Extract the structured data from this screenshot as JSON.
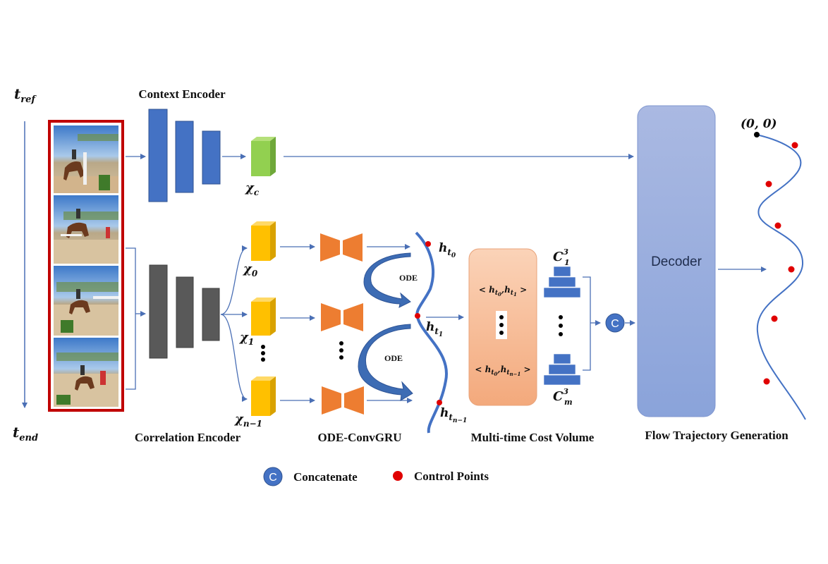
{
  "time_axis": {
    "top_label": "t",
    "top_sub": "ref",
    "bottom_label": "t",
    "bottom_sub": "end"
  },
  "blocks": {
    "context_encoder": "Context Encoder",
    "correlation_encoder": "Correlation Encoder",
    "ode_convgru": "ODE-ConvGRU",
    "cost_volume": "Multi-time Cost Volume",
    "flow_trajectory": "Flow Trajectory Generation",
    "decoder": "Decoder"
  },
  "features": {
    "chi_c": "χ",
    "chi_c_sub": "c",
    "chi_0": "χ",
    "chi_0_sub": "0",
    "chi_1": "χ",
    "chi_1_sub": "1",
    "chi_n1": "χ",
    "chi_n1_sub": "n−1"
  },
  "hidden_states": {
    "h_t0": "h",
    "h_t0_sub": "t",
    "h_t0_subsub": "0",
    "h_t1": "h",
    "h_t1_sub": "t",
    "h_t1_subsub": "1",
    "h_tn1": "h",
    "h_tn1_sub": "t",
    "h_tn1_subsub": "n−1"
  },
  "ode_labels": [
    "ODE",
    "ODE"
  ],
  "cost_pairs": {
    "top": {
      "open": "<",
      "a": "h",
      "a_sub": "t",
      "a_subsub": "0",
      "comma": ",",
      "b": "h",
      "b_sub": "t",
      "b_subsub": "1",
      "close": ">"
    },
    "bottom": {
      "open": "<",
      "a": "h",
      "a_sub": "t",
      "a_subsub": "0",
      "comma": ",",
      "b": "h",
      "b_sub": "t",
      "b_subsub": "n−1",
      "close": ">"
    }
  },
  "pyramids": {
    "top": {
      "base": "C",
      "sup": "3",
      "sub": "1"
    },
    "bottom": {
      "base": "C",
      "sup": "3",
      "sub": "m"
    }
  },
  "concat_symbol": "C",
  "origin_label": "(0, 0)",
  "legend": {
    "concat_icon": "C",
    "concat_label": "Concatenate",
    "control_label": "Control Points"
  },
  "colors": {
    "context_blue": "#4472c4",
    "correlation_gray": "#595959",
    "green_feature": "#92d050",
    "yellow_feature": "#ffc000",
    "orange_gru": "#ed7d31",
    "cost_volume_fill": "#f8cbad",
    "decoder_fill": "#8ea9db",
    "control_point_red": "#e00000",
    "frame_red": "#c00000"
  }
}
